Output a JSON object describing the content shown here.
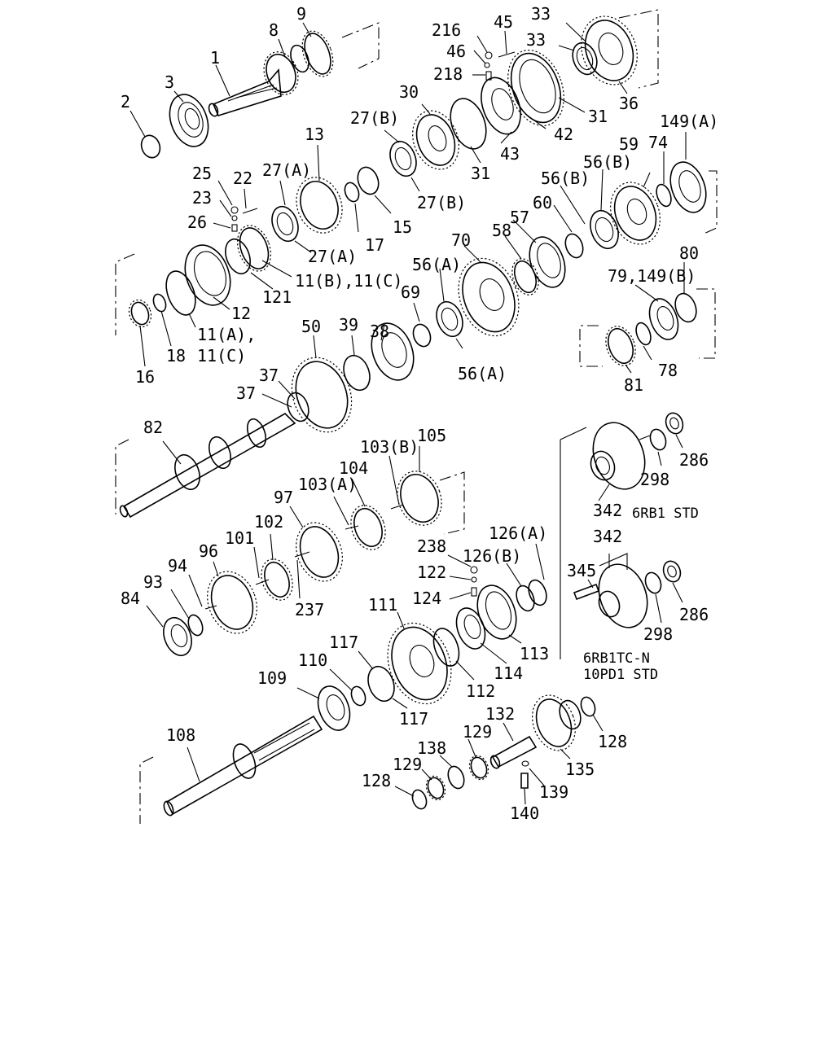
{
  "labels": {
    "l1": "1",
    "l2": "2",
    "l3": "3",
    "l8": "8",
    "l9": "9",
    "l216": "216",
    "l45": "45",
    "l33a": "33",
    "l33b": "33",
    "l46": "46",
    "l218": "218",
    "l36": "36",
    "l31a": "31",
    "l42": "42",
    "l43": "43",
    "l30": "30",
    "l27b1": "27(B)",
    "l31b": "31",
    "l27b2": "27(B)",
    "l13": "13",
    "l149a": "149(A)",
    "l25": "25",
    "l22": "22",
    "l27a1": "27(A)",
    "l23": "23",
    "l26": "26",
    "l15": "15",
    "l17": "17",
    "l27a2": "27(A)",
    "l121": "121",
    "l11bc": "11(B),11(C)",
    "l12": "12",
    "l11a": "11(A),",
    "l11c": "11(C)",
    "l18": "18",
    "l16": "16",
    "l59": "59",
    "l74": "74",
    "l56b1": "56(B)",
    "l56b2": "56(B)",
    "l60": "60",
    "l57": "57",
    "l58": "58",
    "l70": "70",
    "l56a1": "56(A)",
    "l69": "69",
    "l80": "80",
    "l79": "79,149(B)",
    "l38": "38",
    "l39": "39",
    "l50": "50",
    "l56a2": "56(A)",
    "l78": "78",
    "l81": "81",
    "l37a": "37",
    "l37b": "37",
    "l82": "82",
    "l103b": "103(B)",
    "l105": "105",
    "l104": "104",
    "l103a": "103(A)",
    "l97": "97",
    "l102": "102",
    "l101": "101",
    "l96": "96",
    "l94": "94",
    "l93": "93",
    "l84": "84",
    "l237": "237",
    "l286a": "286",
    "l298a": "298",
    "l342a": "342",
    "l238": "238",
    "l126a": "126(A)",
    "l122": "122",
    "l126b": "126(B)",
    "l124": "124",
    "l342b": "342",
    "l345": "345",
    "l286b": "286",
    "l298b": "298",
    "l111": "111",
    "l113": "113",
    "l117a": "117",
    "l110": "110",
    "l114": "114",
    "l109": "109",
    "l112": "112",
    "l117b": "117",
    "l132": "132",
    "l108": "108",
    "l129a": "129",
    "l138": "138",
    "l128a": "128",
    "l129b": "129",
    "l135": "135",
    "l128b": "128",
    "l139": "139",
    "l140": "140"
  },
  "notes": {
    "std_6rb1": "6RB1 STD",
    "tc_n": "6RB1TC-N",
    "std_10pd1": "10PD1 STD"
  }
}
